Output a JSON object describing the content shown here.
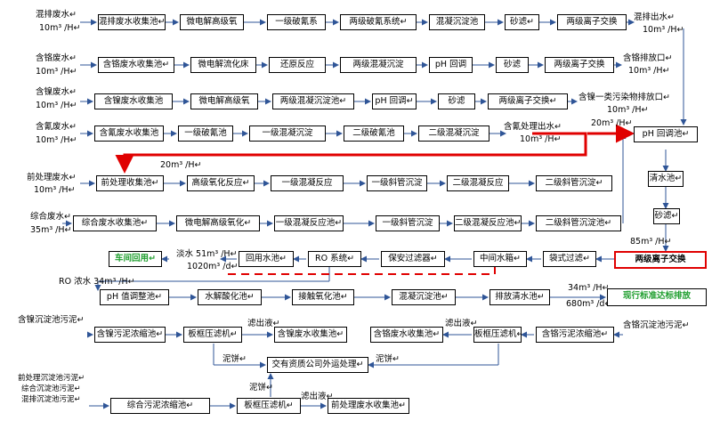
{
  "rows": [
    {
      "source": "混排废水↵",
      "flow": "10m³ /H↵",
      "steps": [
        "混排废水收集池↵",
        "微电解高级氧",
        "一级破氰系",
        "两级破氰系统↵",
        "混凝沉淀池",
        "砂滤↵",
        "两级离子交换"
      ],
      "outlet": "混排出水↵",
      "outlet_flow": "10m³ /H↵"
    },
    {
      "source": "含铬废水↵",
      "flow": "10m³ /H↵",
      "steps": [
        "含铬废水收集池↵",
        "微电解流化床",
        "还原反应",
        "两级混凝沉淀",
        "pH 回调",
        "砂滤",
        "两级离子交换"
      ],
      "outlet": "含铬排放口↵",
      "outlet_flow": "10m³ /H↵"
    },
    {
      "source": "含镍废水↵",
      "flow": "10m³ /H↵",
      "steps": [
        "含镍废水收集池",
        "微电解高级氧",
        "两级混凝沉淀池↵",
        "pH 回调↵",
        "砂滤",
        "两级离子交换↵"
      ],
      "outlet": "含镍一类污染物排放口↵",
      "outlet_flow": "10m³ /H↵"
    },
    {
      "source": "含氰废水↵",
      "flow": "10m³ /H↵",
      "steps": [
        "含氰废水收集池",
        "一级破氰池",
        "一级混凝沉淀",
        "二级破氰池",
        "二级混凝沉淀"
      ],
      "outlet": "含氰处理出水↵",
      "outlet_flow": "10m³ /H↵"
    },
    {
      "source": "前处理废水↵",
      "flow": "10m³ /H↵",
      "flow2": "20m³ /H↵",
      "steps": [
        "前处理收集池↵",
        "高级氧化反应↵",
        "一级混凝反应",
        "一级斜管沉淀",
        "二级混凝反应",
        "二级斜管沉淀↵"
      ]
    },
    {
      "source": "综合废水↵",
      "flow": "35m³ /H↵",
      "steps": [
        "综合废水收集池↵",
        "微电解高级氧化↵",
        "一级混凝反应池↵",
        "一级斜管沉淀",
        "二级混凝反应池↵",
        "二级斜管沉淀池↵"
      ]
    },
    {},
    {
      "steps": [
        "pH 值调整池↵",
        "水解酸化池↵",
        "接触氧化池↵",
        "混凝沉淀池↵",
        "排放清水池↵"
      ],
      "flow_h": "34m³ /H↵",
      "flow_d": "680m³ /d↵",
      "discharge": "现行标准达标排放"
    },
    {
      "source_left": "含镍沉淀池污泥↵",
      "source_right": "含铬沉淀池污泥↵",
      "left": [
        "含镍污泥浓缩池↵",
        "板框压滤机↵",
        "含镍废水收集池↵"
      ],
      "right": [
        "含铬污泥浓缩池↵",
        "板框压滤机↵",
        "含铬废水收集池↵"
      ],
      "filtrate": "滤出液↵",
      "cake": "泥饼↵",
      "disposal": "交有资质公司外运处理↵"
    },
    {
      "sources": [
        "前处理沉淀池污泥↵",
        "综合沉淀池污泥↵",
        "混排沉淀池污泥↵"
      ],
      "steps": [
        "综合污泥浓缩池↵",
        "板框压滤机↵",
        "前处理废水收集池↵"
      ]
    }
  ],
  "annot": {
    "to_ph_flow": "20m³ /H↵"
  },
  "right": {
    "ph_tank": "pH 回调池↵",
    "clean_tank": "清水池↵",
    "sand_filter": "砂滤↵",
    "flow": "85m³ /H↵",
    "ion_exchange": "两级离子交换"
  },
  "reuse": {
    "bag_filter": "袋式过滤↵",
    "mid_tank": "中间水箱↵",
    "security_filter": "保安过滤器↵",
    "ro": "RO 系统↵",
    "reuse_tank": "回用水池↵",
    "workshop": "车间回用↵",
    "fresh_flow": "淡水 51m³ /H↵",
    "fresh_daily": "1020m³ /d↵",
    "ro_concentrate": "RO 浓水 34m³ /H↵"
  },
  "colors": {
    "arrow": "#2f5597",
    "highlight": "#e00000",
    "green_text": "#1f9e2e"
  }
}
